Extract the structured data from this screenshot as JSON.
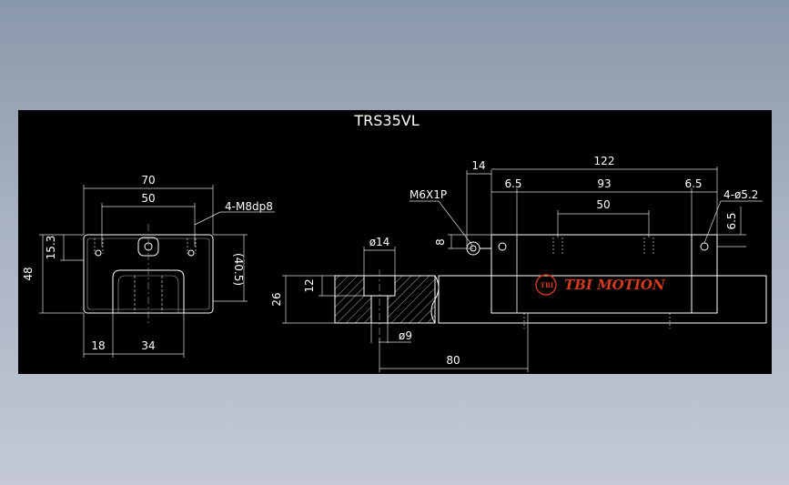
{
  "drawing": {
    "title": "TRS35VL",
    "logo": {
      "mark": "TBI",
      "text": "TBI MOTION",
      "color": "#d43a1e"
    },
    "front_view": {
      "dim_width_outer": "70",
      "dim_width_holes": "50",
      "dim_thread": "4-M8dp8",
      "dim_top": "15.3",
      "dim_height": "48",
      "dim_height_inner": "(40.5)",
      "dim_left": "18",
      "dim_rail": "34"
    },
    "side_view": {
      "dim_counterbore": "ø14",
      "dim_rail_height": "26",
      "dim_cb_depth": "12",
      "dim_hole": "ø9",
      "dim_pitch": "80",
      "dim_grease": "M6X1P",
      "dim_grease_height": "8",
      "dim_end": "14",
      "dim_length": "122",
      "dim_end_left": "6.5",
      "dim_body": "93",
      "dim_end_right": "6.5",
      "dim_holes": "50",
      "dim_bolt": "4-ø5.2",
      "dim_bolt_depth": "6.5"
    }
  },
  "colors": {
    "line": "#ffffff",
    "hatch": "#bbbbbb",
    "dim": "#dddddd",
    "background": "#000000"
  }
}
